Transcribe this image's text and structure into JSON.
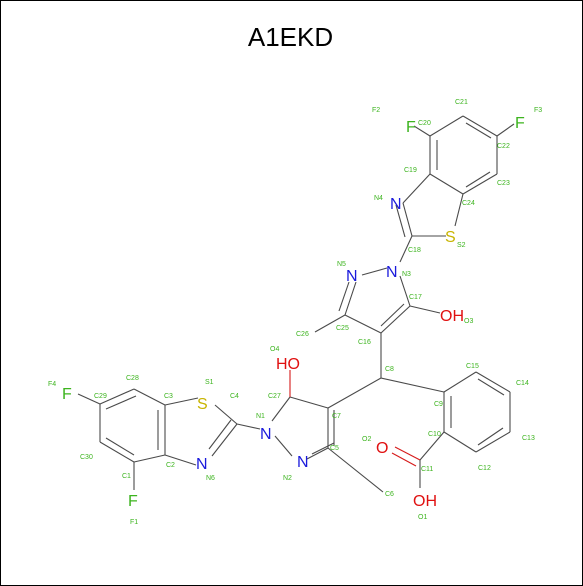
{
  "title": "A1EKD",
  "colors": {
    "bond": "#4a4a4a",
    "carbon_label": "#3cb41e",
    "N": "#1a1adc",
    "O": "#e01010",
    "S": "#c8b400",
    "F": "#3cb41e"
  },
  "atoms": {
    "F2": "F2",
    "F3": "F3",
    "F4": "F4",
    "F1": "F1",
    "C21": "C21",
    "C20": "C20",
    "C22": "C22",
    "C19": "C19",
    "C23": "C23",
    "C24": "C24",
    "C18": "C18",
    "N4": "N4",
    "S2": "S2",
    "N5": "N5",
    "N3": "N3",
    "C17": "C17",
    "O3": "O3",
    "C25": "C25",
    "C26": "C26",
    "C16": "C16",
    "C8": "C8",
    "C15": "C15",
    "C14": "C14",
    "C9": "C9",
    "C10": "C10",
    "C13": "C13",
    "C12": "C12",
    "C11": "C11",
    "O2": "O2",
    "O1": "O1",
    "O4": "O4",
    "C27": "C27",
    "C7": "C7",
    "C5": "C5",
    "C6": "C6",
    "N1": "N1",
    "N2": "N2",
    "C28": "C28",
    "C29": "C29",
    "C3": "C3",
    "S1": "S1",
    "C4": "C4",
    "C30": "C30",
    "C1": "C1",
    "C2": "C2",
    "N6": "N6"
  },
  "symbols": {
    "F": "F",
    "N": "N",
    "S": "S",
    "OH": "OH",
    "HO": "HO",
    "O": "O"
  }
}
